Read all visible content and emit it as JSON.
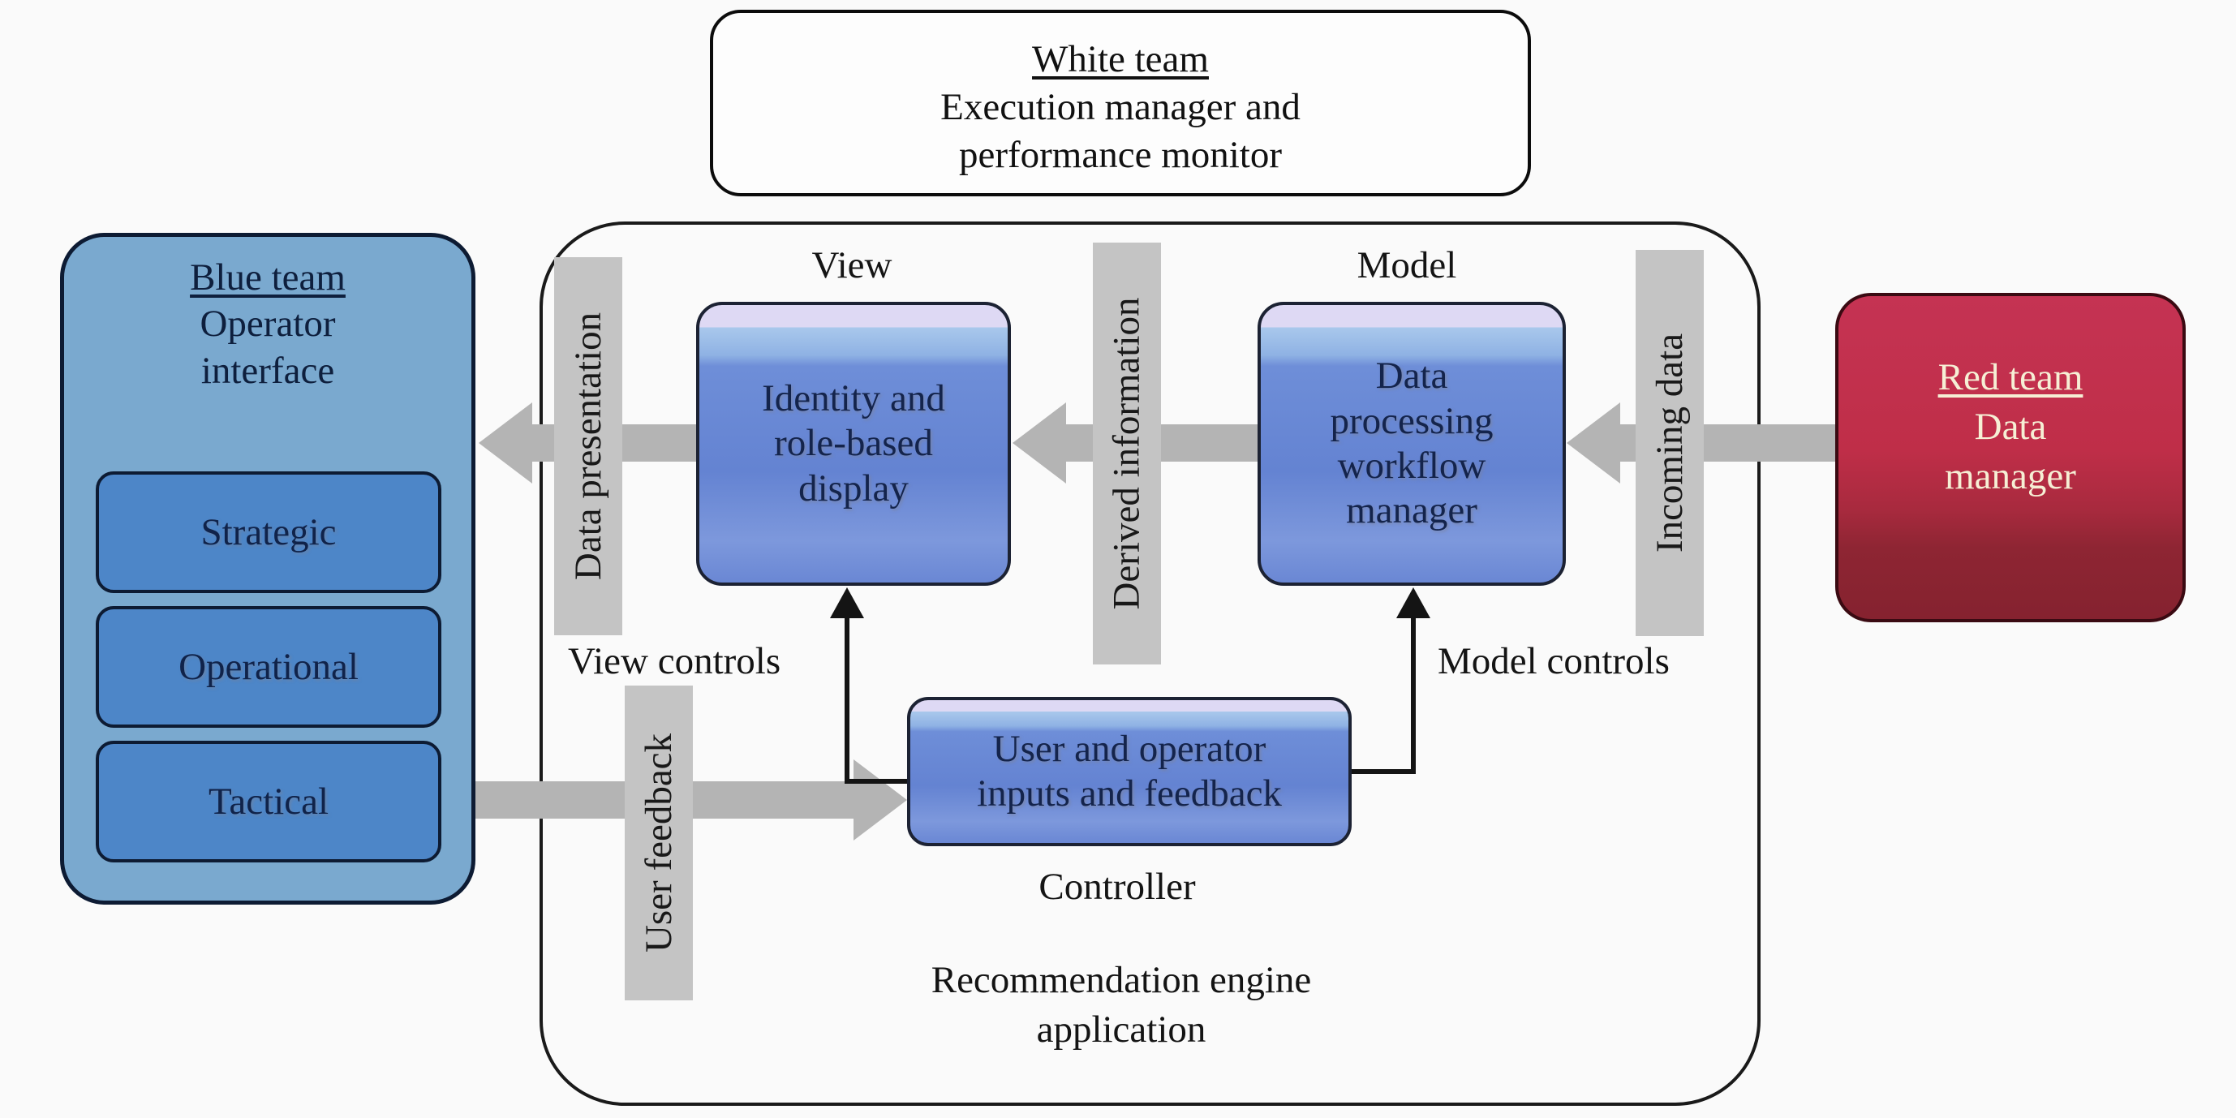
{
  "colors": {
    "background": "#fafafa",
    "band_gray": "#b4b4b4",
    "bar_gray": "#c4c4c4",
    "blue_panel": "#7aa9cf",
    "blue_sub_box": "#4d86c8",
    "mvc_blue": "#6483d2",
    "mvc_lavender_strip": "#ded9f4",
    "red_top": "#c53353",
    "red_bottom": "#85222f",
    "navy_text": "#10234a",
    "cream_text": "#f6efd5"
  },
  "white_team": {
    "title": "White team",
    "line1": "Execution manager and",
    "line2": "performance monitor"
  },
  "blue_team": {
    "title": "Blue team",
    "line1": "Operator",
    "line2": "interface",
    "items": [
      "Strategic",
      "Operational",
      "Tactical"
    ]
  },
  "red_team": {
    "title": "Red team",
    "line1": "Data",
    "line2": "manager"
  },
  "engine": {
    "label": "Recommendation engine\napplication"
  },
  "mvc": {
    "view_label": "View",
    "model_label": "Model",
    "controller_label": "Controller",
    "view_box_text": "Identity and\nrole-based\ndisplay",
    "model_box_text": "Data\nprocessing\nworkflow\nmanager",
    "controller_box_text": "User and operator\ninputs and feedback"
  },
  "flows": {
    "data_presentation": "Data presentation",
    "derived_information": "Derived information",
    "incoming_data": "Incoming data",
    "user_feedback": "User feedback",
    "view_controls": "View controls",
    "model_controls": "Model controls"
  }
}
